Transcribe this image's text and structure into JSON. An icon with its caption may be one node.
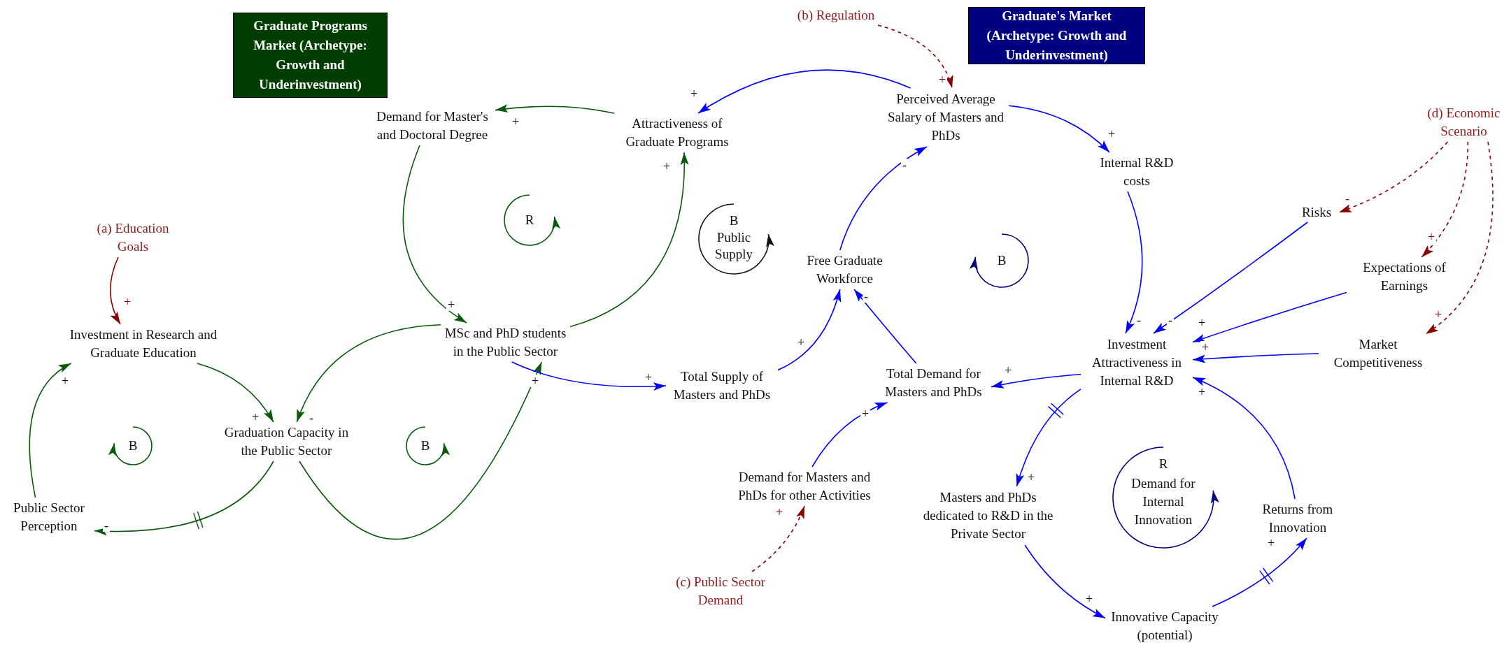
{
  "diagram": {
    "nodes": [
      {
        "text": [
          "Graduate Programs Market (Archetype: Growth and Underinvestment)"
        ]
      },
      {
        "text": [
          "Graduate's Market (Archetype: Growth and Underinvestment)"
        ]
      },
      {
        "text": [
          "Demand for Master's and Doctoral Degree"
        ]
      },
      {
        "text": [
          "Attractiveness of Graduate Programs"
        ]
      },
      {
        "text": [
          "Perceived Average Salary of Masters and PhDs"
        ]
      },
      {
        "text": [
          "Internal R&D costs"
        ]
      },
      {
        "text": [
          "(b) Regulation"
        ]
      },
      {
        "text": [
          "(d) Economic Scenario"
        ]
      },
      {
        "text": [
          "Risks"
        ]
      },
      {
        "text": [
          "Expectations of Earnings"
        ]
      },
      {
        "text": [
          "(a) Education Goals"
        ]
      },
      {
        "text": [
          "Investment in Research and Graduate Education"
        ]
      },
      {
        "text": [
          "MSc and PhD students in the Public Sector"
        ]
      },
      {
        "text": [
          "Graduation Capacity in the Public Sector"
        ]
      },
      {
        "text": [
          "Public Sector Perception"
        ]
      },
      {
        "text": [
          "Total Supply of Masters and PhDs"
        ]
      },
      {
        "text": [
          "Free Graduate Workforce"
        ]
      },
      {
        "text": [
          "Total Demand for Masters and PhDs"
        ]
      },
      {
        "text": [
          "Investment Attractiveness in Internal R&D"
        ]
      },
      {
        "text": [
          "Market Competitiveness"
        ]
      },
      {
        "text": [
          "Demand for Masters and PhDs for other Activities"
        ]
      },
      {
        "text": [
          "Masters and PhDs dedicated to R&D in the Private Sector"
        ]
      },
      {
        "text": [
          "Returns from Innovation"
        ]
      },
      {
        "text": [
          "Innovative Capacity (potential)"
        ]
      },
      {
        "text": [
          "(c) Public Sector Demand"
        ]
      }
    ],
    "edges": [
      {
        "from": 3,
        "to": 2,
        "arrow": "to",
        "label": "+",
        "color": "#0b5a0b"
      },
      {
        "from": 4,
        "to": 3,
        "arrow": "to",
        "label": "+"
      },
      {
        "from": 6,
        "to": 4,
        "arrow": "to",
        "label": "+",
        "style": "dashed",
        "color": "#8b0000"
      },
      {
        "from": 4,
        "to": 5,
        "arrow": "to",
        "label": "+"
      },
      {
        "from": 2,
        "to": 12,
        "arrow": "to",
        "label": "+",
        "color": "#0b5a0b"
      },
      {
        "from": 12,
        "to": 3,
        "arrow": "to",
        "label": "+",
        "color": "#0b5a0b"
      },
      {
        "from": 10,
        "to": 11,
        "arrow": "to",
        "label": "+",
        "color": "#8b0000"
      },
      {
        "from": 11,
        "to": 13,
        "arrow": "to",
        "label": "+",
        "color": "#0b5a0b"
      },
      {
        "from": 12,
        "to": 13,
        "arrow": "to",
        "label": "-",
        "color": "#0b5a0b"
      },
      {
        "from": 13,
        "to": 14,
        "arrow": "to",
        "label": "-",
        "color": "#0b5a0b"
      },
      {
        "from": 14,
        "to": 11,
        "arrow": "to",
        "label": "+",
        "color": "#0b5a0b"
      },
      {
        "from": 13,
        "to": 12,
        "arrow": "to",
        "label": "+",
        "color": "#0b5a0b"
      },
      {
        "from": 12,
        "to": 15,
        "arrow": "to",
        "label": "+"
      },
      {
        "from": 15,
        "to": 16,
        "arrow": "to",
        "label": "+"
      },
      {
        "from": 17,
        "to": 16,
        "arrow": "to",
        "label": "-"
      },
      {
        "from": 16,
        "to": 4,
        "arrow": "to",
        "label": "-"
      },
      {
        "from": 5,
        "to": 18,
        "arrow": "to",
        "label": "-"
      },
      {
        "from": 8,
        "to": 18,
        "arrow": "to",
        "label": "-"
      },
      {
        "from": 9,
        "to": 18,
        "arrow": "to",
        "label": "+"
      },
      {
        "from": 19,
        "to": 18,
        "arrow": "to",
        "label": "+"
      },
      {
        "from": 7,
        "to": 8,
        "arrow": "to",
        "label": "-",
        "style": "dashed",
        "color": "#8b0000"
      },
      {
        "from": 7,
        "to": 9,
        "arrow": "to",
        "label": "+",
        "style": "dashed",
        "color": "#8b0000"
      },
      {
        "from": 7,
        "to": 19,
        "arrow": "to",
        "label": "+",
        "style": "dashed",
        "color": "#8b0000"
      },
      {
        "from": 18,
        "to": 17,
        "arrow": "to",
        "label": "+"
      },
      {
        "from": 20,
        "to": 17,
        "arrow": "to",
        "label": "+"
      },
      {
        "from": 24,
        "to": 20,
        "arrow": "to",
        "label": "+",
        "style": "dashed",
        "color": "#8b0000"
      },
      {
        "from": 18,
        "to": 21,
        "arrow": "to",
        "label": "+"
      },
      {
        "from": 21,
        "to": 23,
        "arrow": "to",
        "label": "+"
      },
      {
        "from": 23,
        "to": 22,
        "arrow": "to",
        "label": "+"
      },
      {
        "from": 22,
        "to": 18,
        "arrow": "to",
        "label": "+"
      }
    ],
    "labels": [
      "R",
      "B",
      "Public Supply",
      "B",
      "B",
      "B",
      "R",
      "Demand for Internal Innovation"
    ]
  }
}
